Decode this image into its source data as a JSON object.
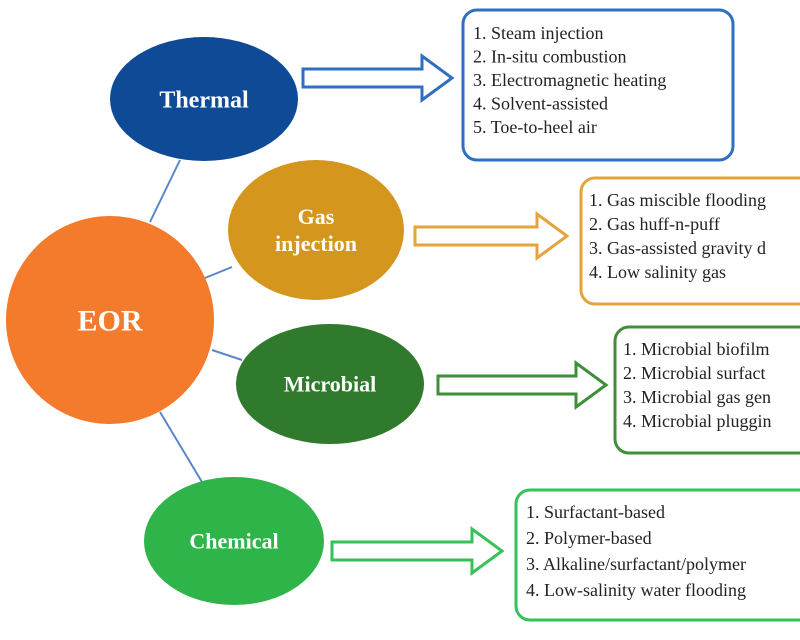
{
  "center": {
    "label": "EOR",
    "color": "#f47a2c"
  },
  "connector_color": "#5b86c8",
  "categories": [
    {
      "key": "thermal",
      "label_lines": [
        "Thermal"
      ],
      "color": "#0f4a97",
      "border": "#2f6fc0",
      "items": [
        "1.  Steam injection",
        "2.  In-situ combustion",
        "3.  Electromagnetic heating",
        "4.  Solvent-assisted",
        "5.  Toe-to-heel air"
      ]
    },
    {
      "key": "gas-injection",
      "label_lines": [
        "Gas",
        "injection"
      ],
      "color": "#d4961c",
      "border": "#e4a43a",
      "items": [
        "1.  Gas miscible flooding",
        "2.  Gas huff-n-puff",
        "3.  Gas-assisted gravity d",
        "4.  Low salinity gas"
      ]
    },
    {
      "key": "microbial",
      "label_lines": [
        "Microbial"
      ],
      "color": "#2f7a2c",
      "border": "#3f8f3a",
      "items": [
        "1.  Microbial biofilm",
        "2.  Microbial surfact",
        "3.  Microbial gas gen",
        "4.  Microbial pluggin"
      ]
    },
    {
      "key": "chemical",
      "label_lines": [
        "Chemical"
      ],
      "color": "#2fb44a",
      "border": "#35c25a",
      "items": [
        "1.  Surfactant-based",
        "2.  Polymer-based",
        "3.  Alkaline/surfactant/polymer",
        "4.  Low-salinity water flooding"
      ]
    }
  ]
}
